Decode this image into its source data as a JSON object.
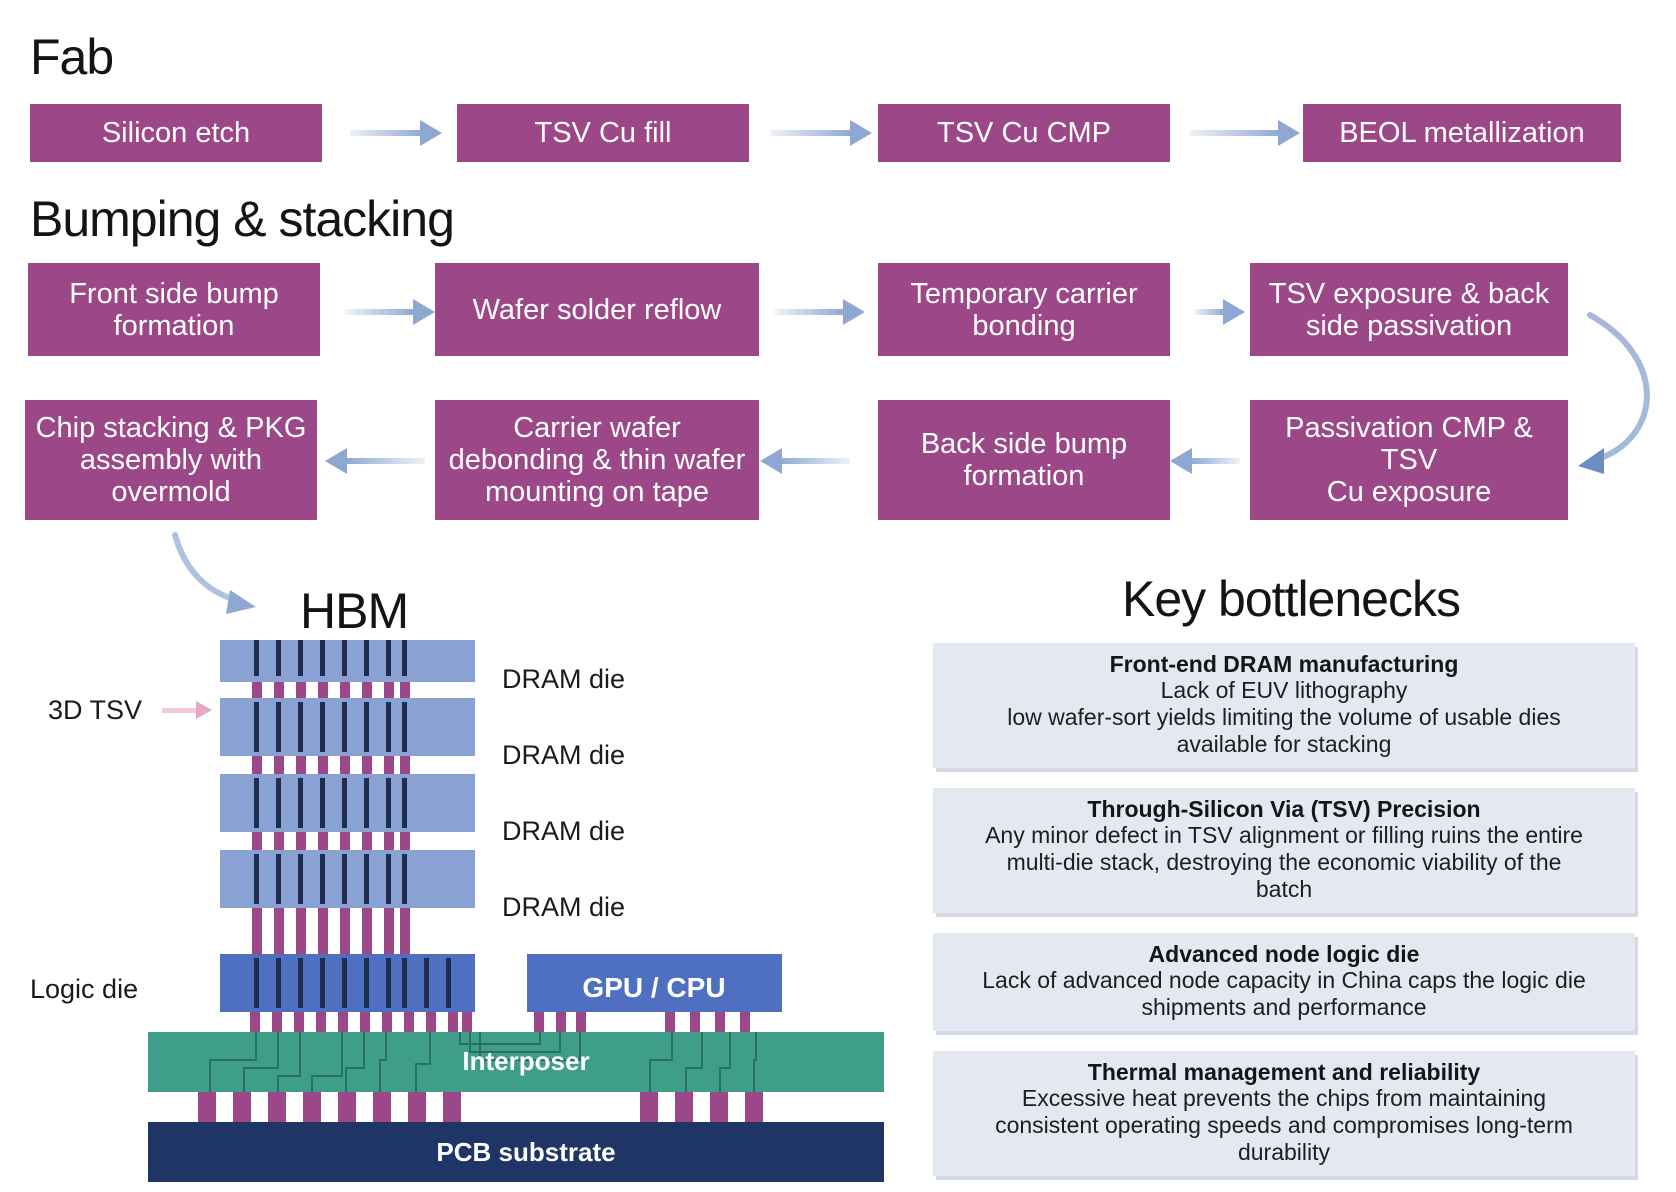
{
  "sections": {
    "fab": "Fab",
    "bumping": "Bumping & stacking",
    "hbm": "HBM",
    "bottlenecks": "Key bottlenecks"
  },
  "fab_steps": [
    "Silicon etch",
    "TSV Cu fill",
    "TSV Cu CMP",
    "BEOL metallization"
  ],
  "bumping_row1": [
    "Front side bump\nformation",
    "Wafer solder reflow",
    "Temporary carrier\nbonding",
    "TSV exposure & back\nside passivation"
  ],
  "bumping_row2": [
    "Chip stacking & PKG\nassembly with\novermold",
    "Carrier wafer\ndebonding & thin wafer\nmounting on tape",
    "Back side bump\nformation",
    "Passivation CMP & TSV\nCu exposure"
  ],
  "hbm": {
    "tsv_label": "3D TSV",
    "logic_label": "Logic die",
    "dram_labels": [
      "DRAM die",
      "DRAM die",
      "DRAM die",
      "DRAM die"
    ],
    "gpu_label": "GPU / CPU",
    "interposer_label": "Interposer",
    "pcb_label": "PCB substrate"
  },
  "bottlenecks": [
    {
      "title": "Front-end DRAM manufacturing",
      "desc": "Lack of EUV lithography\nlow wafer-sort yields limiting the volume of usable dies\navailable for stacking"
    },
    {
      "title": "Through-Silicon Via (TSV) Precision",
      "desc": "Any minor defect in TSV alignment or filling ruins the entire\nmulti-die stack, destroying the economic viability of the\nbatch"
    },
    {
      "title": "Advanced node logic die",
      "desc": "Lack of advanced node capacity in China caps the logic die\nshipments and performance"
    },
    {
      "title": "Thermal management and reliability",
      "desc": "Excessive heat prevents the chips from maintaining\nconsistent operating speeds and compromises long-term\ndurability"
    }
  ],
  "colors": {
    "step_fill": "#9c4787",
    "arrow": "#8fa8d2",
    "dram": "#8aa1d3",
    "logic_die": "#4f6fc0",
    "gpu": "#4f6fc0",
    "interposer": "#3f9e8a",
    "pcb": "#1f3566",
    "bump": "#9c4787",
    "tsv": "#1f2d4f",
    "bottleneck_bg": "#e3e8f1"
  }
}
